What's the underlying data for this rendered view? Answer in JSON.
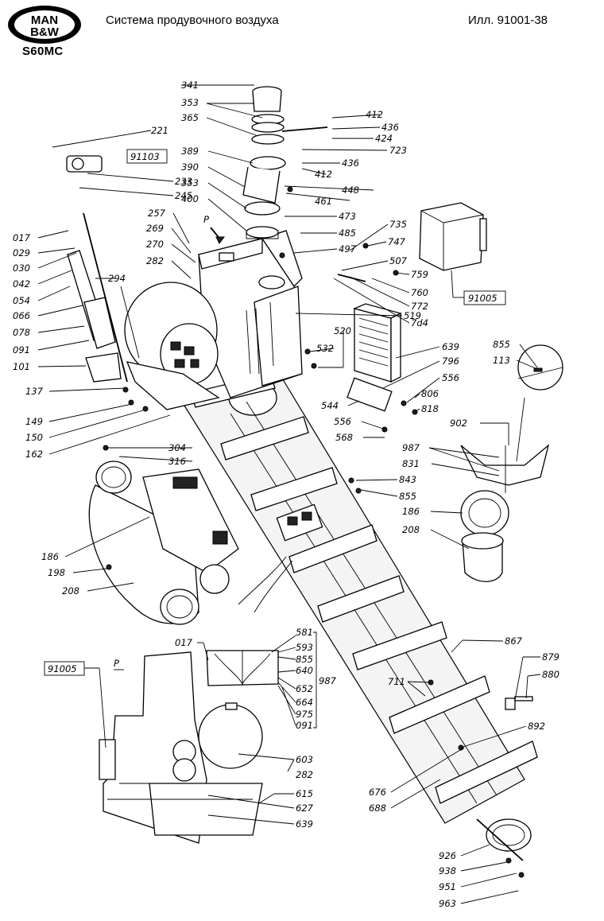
{
  "header": {
    "brand_line1": "MAN",
    "brand_line2": "B&W",
    "model": "S60MC",
    "title": "Система продувочного воздуха",
    "figure_ref": "Илл. 91001-38"
  },
  "view_marks": {
    "p_top": "P",
    "p_bottom": "P"
  },
  "ref_boxes": {
    "box_91103": "91103",
    "box_91005_right": "91005",
    "box_91005_left": "91005"
  },
  "labels": {
    "l341": "341",
    "l353a": "353",
    "l365": "365",
    "l389": "389",
    "l390": "390",
    "l353b": "353",
    "l400": "400",
    "l412a": "412",
    "l436a": "436",
    "l424": "424",
    "l723": "723",
    "l436b": "436",
    "l412b": "412",
    "l448": "448",
    "l461": "461",
    "l221": "221",
    "l233": "233",
    "l245": "245",
    "l257": "257",
    "l269": "269",
    "l270": "270",
    "l282a": "282",
    "l473": "473",
    "l485": "485",
    "l497": "497",
    "l017a": "017",
    "l029": "029",
    "l030": "030",
    "l042": "042",
    "l054": "054",
    "l066": "066",
    "l078": "078",
    "l091a": "091",
    "l101": "101",
    "l294": "294",
    "l735": "735",
    "l747": "747",
    "l507": "507",
    "l759": "759",
    "l760": "760",
    "l772": "772",
    "l784": "7d4",
    "l519": "519",
    "l520": "520",
    "l532": "532",
    "l639a": "639",
    "l796": "796",
    "l556a": "556",
    "l806": "806",
    "l818": "818",
    "l544": "544",
    "l556b": "556",
    "l568": "568",
    "l855a": "855",
    "l113": "113",
    "l902": "902",
    "l987a": "987",
    "l831": "831",
    "l843": "843",
    "l855b": "855",
    "l186a": "186",
    "l208a": "208",
    "l137": "137",
    "l149": "149",
    "l150": "150",
    "l162": "162",
    "l304": "304",
    "l316": "316",
    "l186b": "186",
    "l198": "198",
    "l208b": "208",
    "l017b": "017",
    "l581": "581",
    "l593": "593",
    "l855c": "855",
    "l640": "640",
    "l652": "652",
    "l664": "664",
    "l975": "975",
    "l091b": "091",
    "l987b": "987",
    "l867": "867",
    "l879": "879",
    "l880": "880",
    "l711": "711",
    "l892": "892",
    "l603": "603",
    "l282b": "282",
    "l615": "615",
    "l627": "627",
    "l639b": "639",
    "l676": "676",
    "l688": "688",
    "l926": "926",
    "l938": "938",
    "l951": "951",
    "l963": "963"
  }
}
